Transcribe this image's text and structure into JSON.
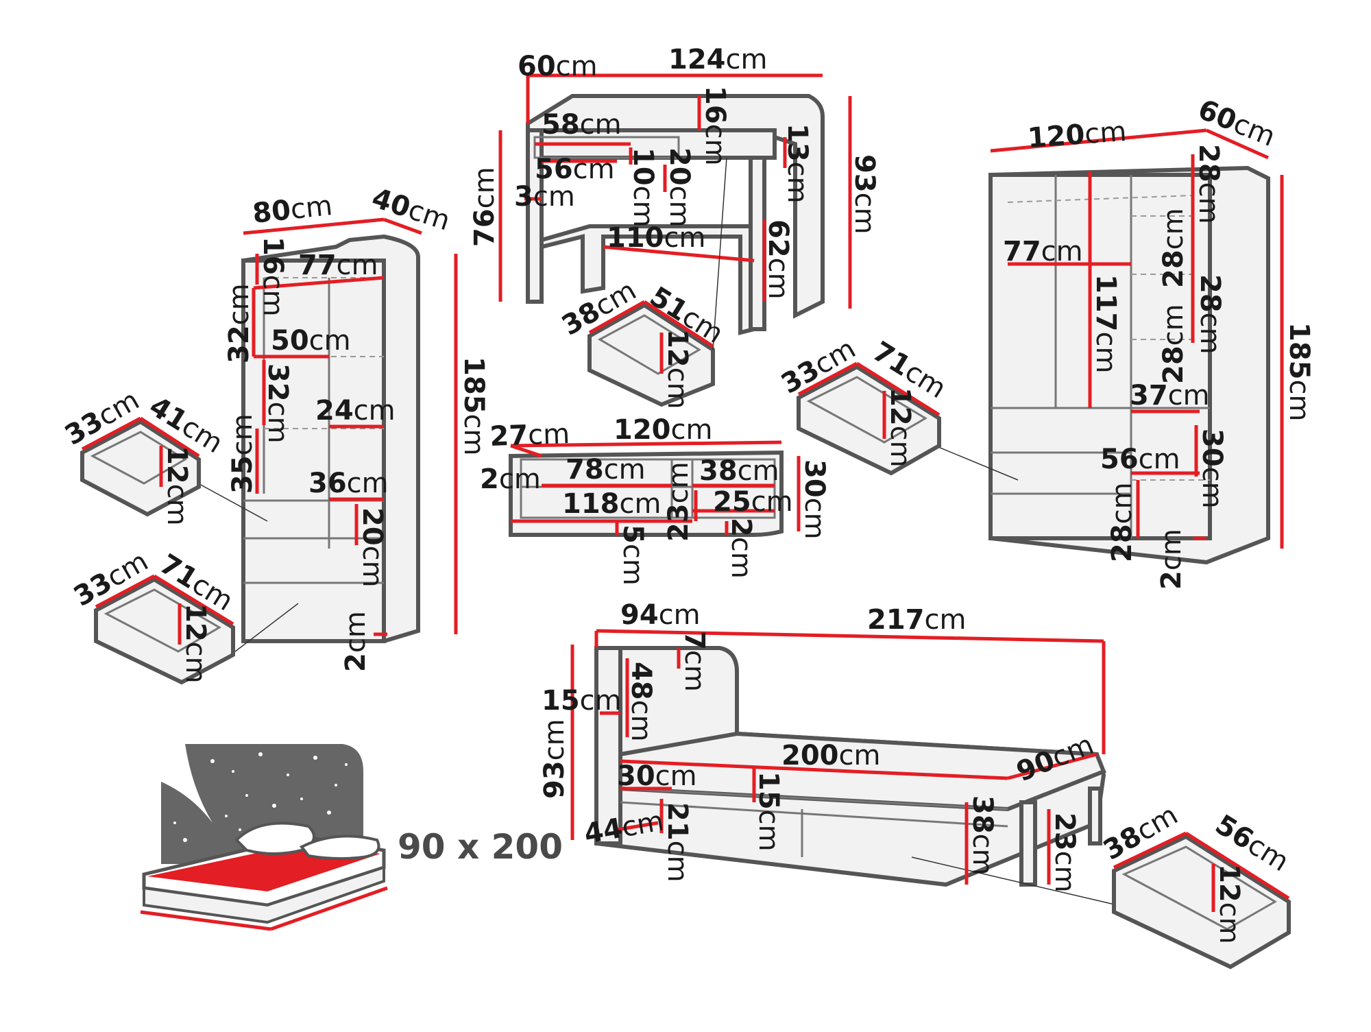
{
  "colors": {
    "dimension": "#e31e24",
    "outline": "#555555",
    "background": "#ffffff",
    "text": "#1a1a1a"
  },
  "desk": {
    "depth": "60",
    "width": "124",
    "shelf_h": "16",
    "shelf_w": "58",
    "shelf_h2": "13",
    "height_total": "93",
    "drawer_w": "56",
    "desk_h": "76",
    "panel_t": "3",
    "gap_10": "10",
    "gap_20": "20",
    "leg_gap": "110",
    "leg_h": "62"
  },
  "desk_drawer": {
    "d": "38",
    "w": "51",
    "h": "12"
  },
  "shelf_unit": {
    "width": "80",
    "depth": "40",
    "top_h": "16",
    "inner_w": "77",
    "sec_h1": "32",
    "inner_w2": "50",
    "sec_h2": "32",
    "side_w": "24",
    "sec_h3": "35",
    "small_w": "36",
    "small_h": "20",
    "height": "185",
    "foot": "2"
  },
  "shelf_drawer_small": {
    "d": "33",
    "w": "41",
    "h": "12"
  },
  "shelf_drawer_large": {
    "d": "33",
    "w": "71",
    "h": "12"
  },
  "wall_shelf": {
    "depth": "27",
    "width": "120",
    "t": "2",
    "w78": "78",
    "w38": "38",
    "h30": "30",
    "w118": "118",
    "w25": "25",
    "h23": "23",
    "h5": "5",
    "h2": "2"
  },
  "wardrobe": {
    "width": "120",
    "depth": "60",
    "h28a": "28",
    "w77": "77",
    "h117": "117",
    "h28b": "28",
    "h28c": "28",
    "h28d": "28",
    "w37": "37",
    "h30": "30",
    "w56": "56",
    "h28e": "28",
    "foot": "2",
    "height": "185"
  },
  "wardrobe_drawer": {
    "d": "33",
    "w": "71",
    "h": "12"
  },
  "bed": {
    "head_d": "94",
    "length": "217",
    "h7": "7",
    "h48": "48",
    "h15": "15",
    "height": "93",
    "mattress_l": "200",
    "mattress_w": "90",
    "h30": "30",
    "h15b": "15",
    "h38": "38",
    "h44": "44",
    "h21": "21",
    "h23": "23"
  },
  "bed_drawer": {
    "d": "38",
    "w": "56",
    "h": "12"
  },
  "unit_label": "cm",
  "bed_size_label": "90 x 200"
}
